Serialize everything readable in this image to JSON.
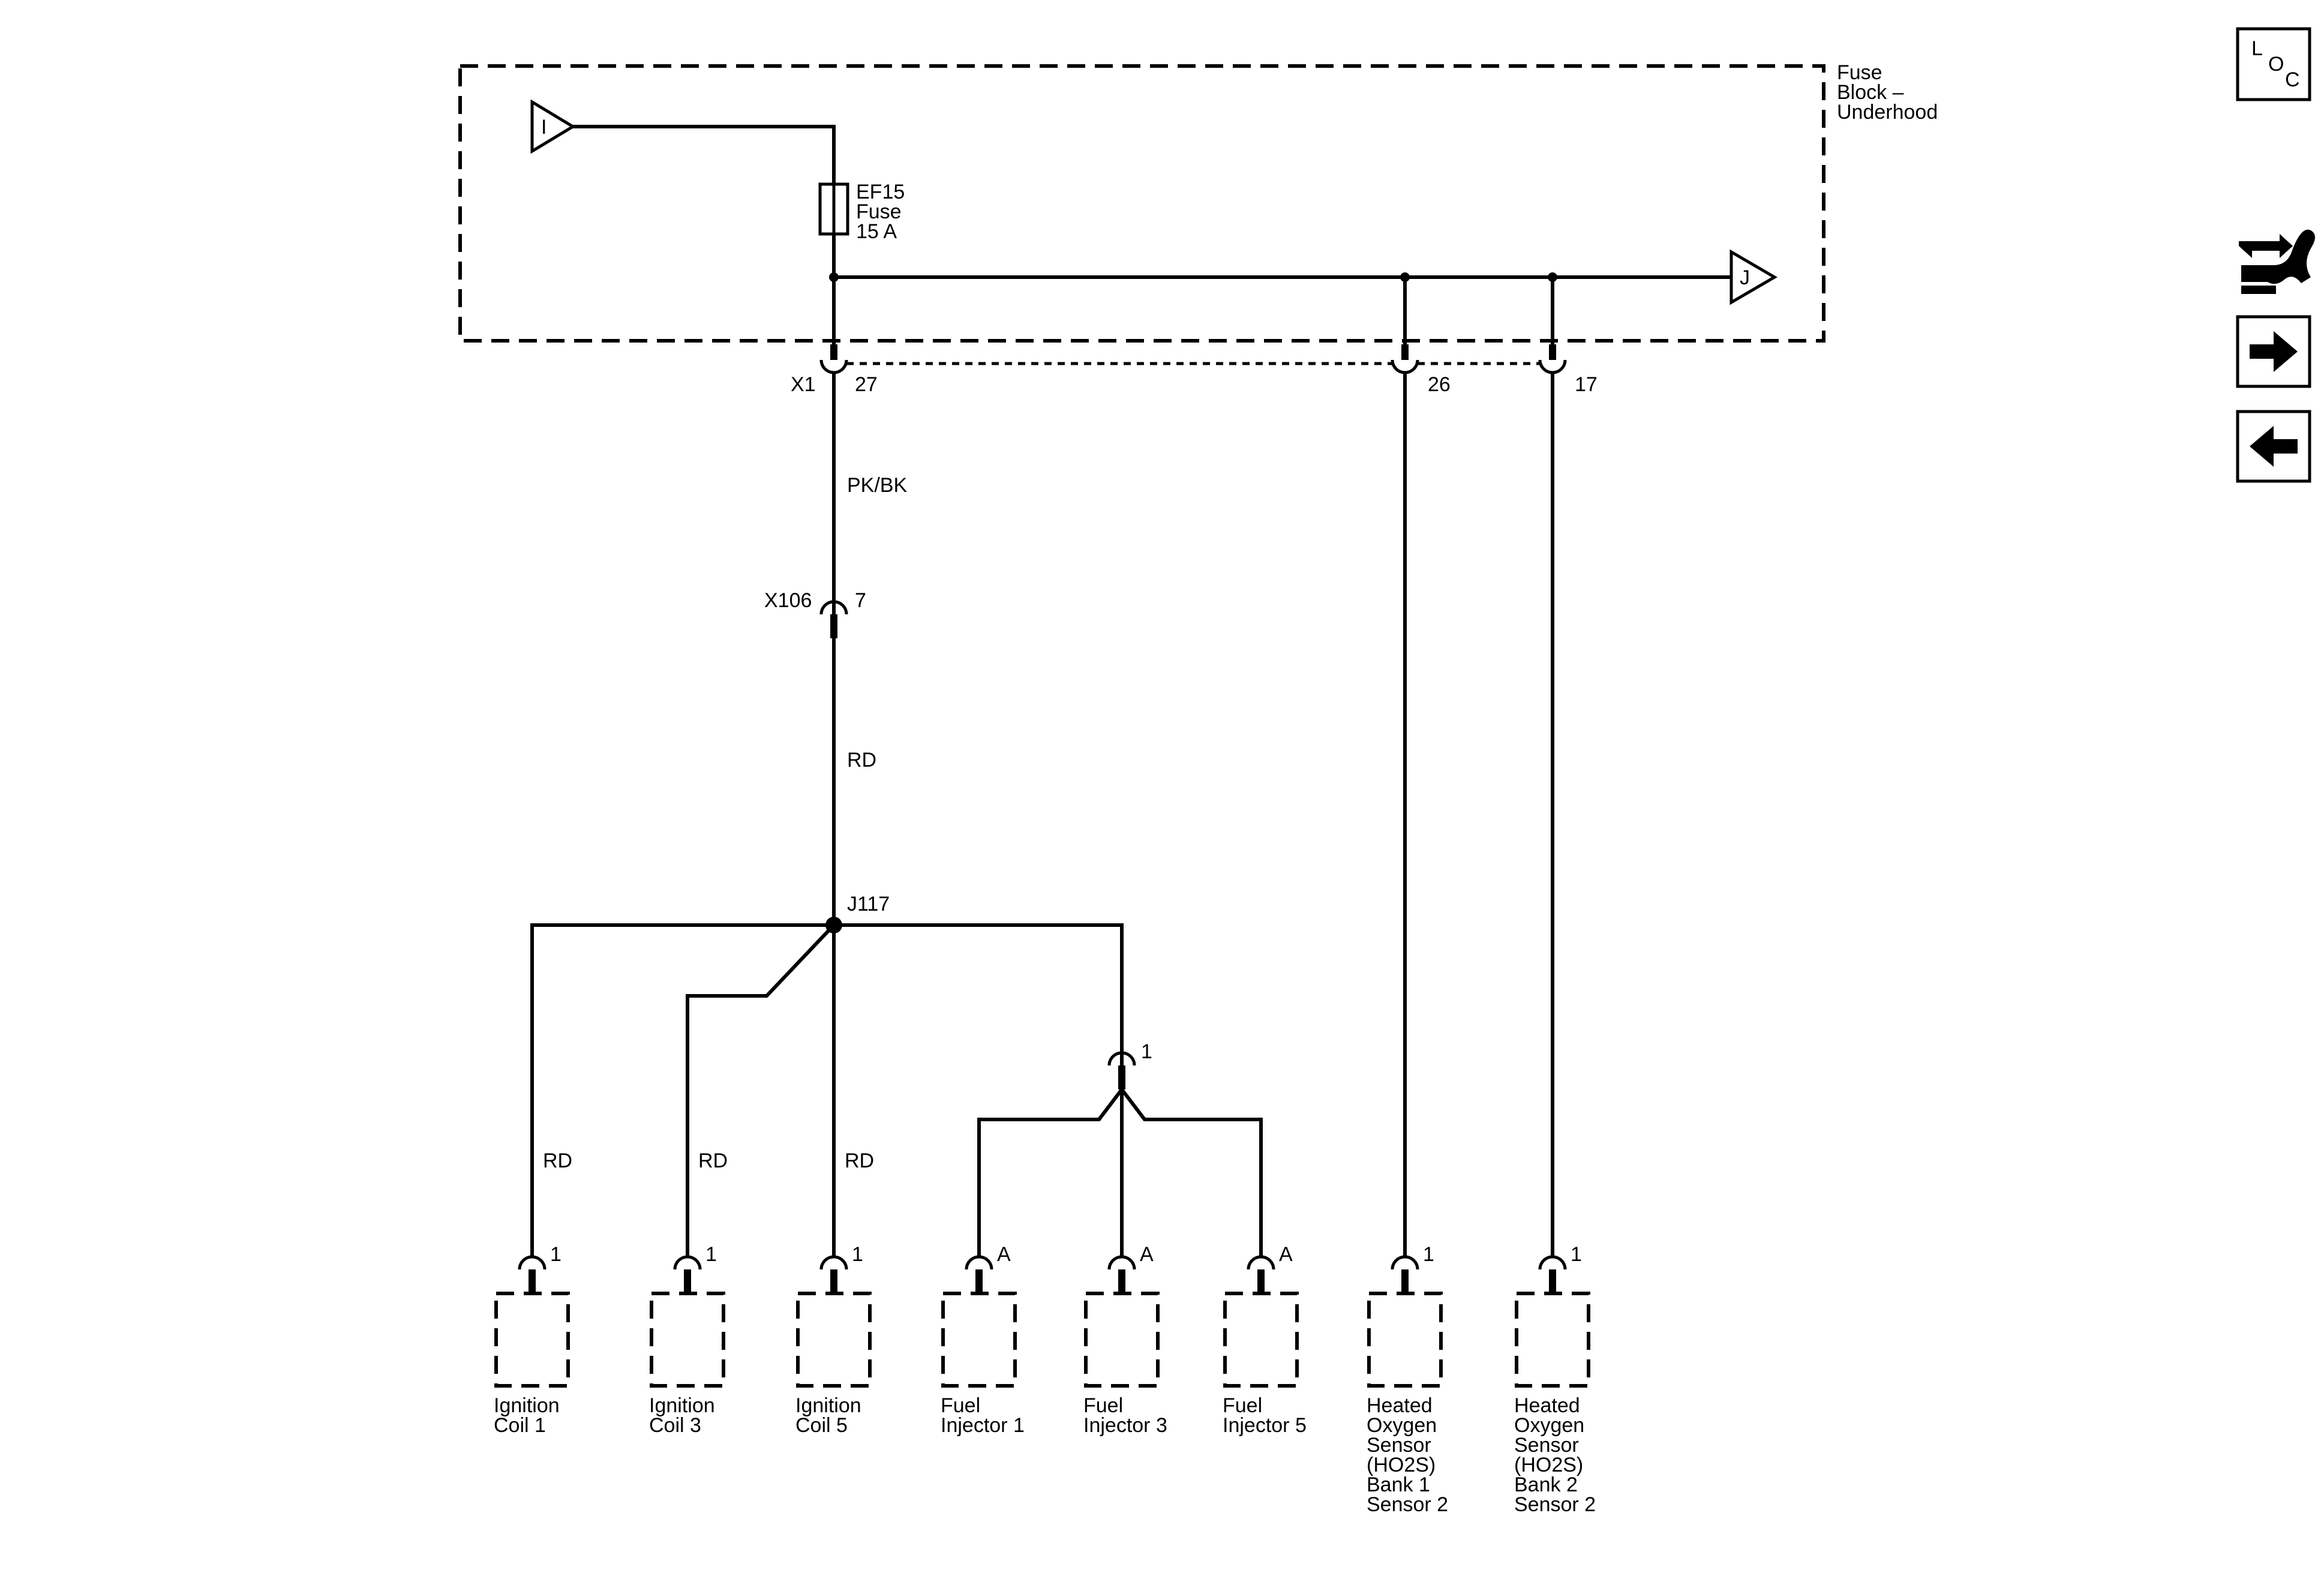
{
  "fuse_block": {
    "title_lines": [
      "Fuse",
      "Block –",
      "Underhood"
    ],
    "input_label": "I",
    "output_label": "J",
    "fuse_lines": [
      "EF15",
      "Fuse",
      "15 A"
    ]
  },
  "connectors": {
    "x1_name": "X1",
    "x1_pin_a": "27",
    "x1_pin_b": "26",
    "x1_pin_c": "17",
    "x106_name": "X106",
    "x106_pin": "7",
    "splice_name": "J117",
    "inline_pin": "1"
  },
  "wire_colors": {
    "main": "PK/BK",
    "after_x106": "RD",
    "coil1": "RD",
    "coil3": "RD",
    "coil5": "RD"
  },
  "components": [
    {
      "pin": "1",
      "label_lines": [
        "Ignition",
        "Coil 1"
      ]
    },
    {
      "pin": "1",
      "label_lines": [
        "Ignition",
        "Coil 3"
      ]
    },
    {
      "pin": "1",
      "label_lines": [
        "Ignition",
        "Coil 5"
      ]
    },
    {
      "pin": "A",
      "label_lines": [
        "Fuel",
        "Injector 1"
      ]
    },
    {
      "pin": "A",
      "label_lines": [
        "Fuel",
        "Injector 3"
      ]
    },
    {
      "pin": "A",
      "label_lines": [
        "Fuel",
        "Injector 5"
      ]
    },
    {
      "pin": "1",
      "label_lines": [
        "Heated",
        "Oxygen",
        "Sensor",
        "(HO2S)",
        "Bank 1",
        "Sensor 2"
      ]
    },
    {
      "pin": "1",
      "label_lines": [
        "Heated",
        "Oxygen",
        "Sensor",
        "(HO2S)",
        "Bank 2",
        "Sensor 2"
      ]
    }
  ],
  "side_panel": {
    "loc_letters": [
      "L",
      "O",
      "C"
    ],
    "loc_icon": "loc-icon",
    "harness_icon": "harness-icon",
    "next_icon": "arrow-right-icon",
    "prev_icon": "arrow-left-icon"
  }
}
